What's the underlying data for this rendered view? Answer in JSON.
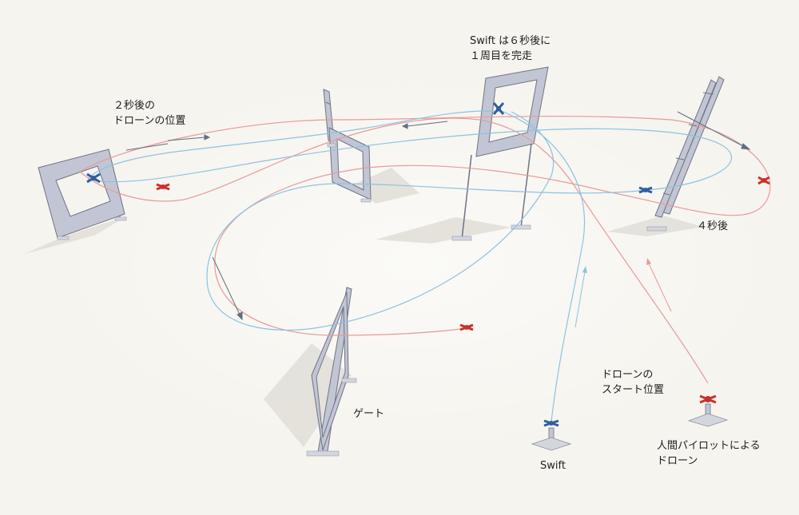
{
  "labels": {
    "swift_lap": [
      "Swift は６秒後に",
      "１周目を完走"
    ],
    "two_sec": [
      "２秒後の",
      "ドローンの位置"
    ],
    "four_sec": "４秒後",
    "gate": "ゲート",
    "start": [
      "ドローンの",
      "スタート位置"
    ],
    "swift": "Swift",
    "human": [
      "人間パイロットによる",
      "ドローン"
    ]
  },
  "colors": {
    "background": "#f6f4ee",
    "swift_path": "#8cc3df",
    "human_path": "#e89a9a",
    "swift_drone": "#2f5f9e",
    "human_drone": "#c8312a",
    "gate_frame": "#c2c6d4",
    "gate_edge": "#6e7385",
    "direction_arrow": "#5f6f86"
  }
}
